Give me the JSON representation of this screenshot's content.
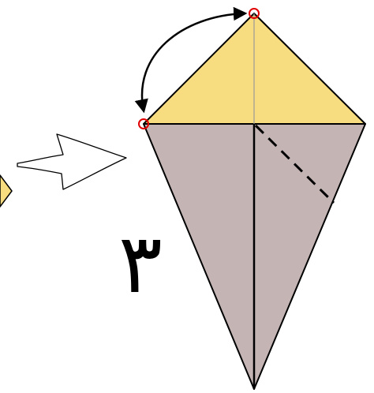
{
  "diagram": {
    "step_number": "٣",
    "colors": {
      "paper_front": "#C4B4B4",
      "paper_back": "#F8DC80",
      "outline": "#000000",
      "marker": "#E00000",
      "background": "#FFFFFF"
    },
    "icons": {
      "arrow": "hollow-right-arrow",
      "fold_motion": "curved-double-headed-arrow",
      "markers": "red-circle-markers",
      "fold_line": "dashed-valley-fold-line"
    }
  }
}
